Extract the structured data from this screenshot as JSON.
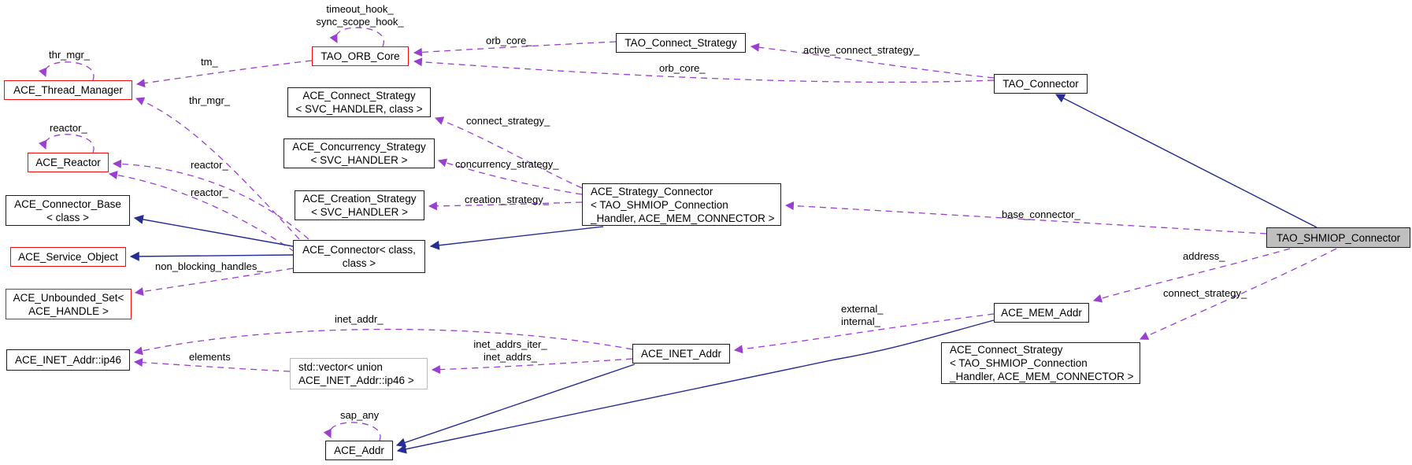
{
  "diagram": {
    "kind": "class-collaboration-diagram",
    "colors": {
      "usage_edge": "#9a3fd0",
      "inheritance_edge": "#262d93",
      "highlight_border": "#f40b0b",
      "current_node_fill": "#bfbfbf",
      "external_node_border": "#bcbcbc"
    },
    "nodes": [
      {
        "id": "tao-orb-core",
        "label": "TAO_ORB_Core",
        "style": "red"
      },
      {
        "id": "tao-connect-strategy",
        "label": "TAO_Connect_Strategy",
        "style": "plain"
      },
      {
        "id": "tao-connector",
        "label": "TAO_Connector",
        "style": "plain"
      },
      {
        "id": "ace-thread-manager",
        "label": "ACE_Thread_Manager",
        "style": "red"
      },
      {
        "id": "ace-connect-strategy-svc-handler",
        "label": "ACE_Connect_Strategy\n< SVC_HANDLER, class >",
        "style": "plain"
      },
      {
        "id": "ace-reactor",
        "label": "ACE_Reactor",
        "style": "red"
      },
      {
        "id": "ace-concurrency-strategy",
        "label": "ACE_Concurrency_Strategy\n< SVC_HANDLER >",
        "style": "plain"
      },
      {
        "id": "ace-connector-base",
        "label": "ACE_Connector_Base\n< class >",
        "style": "plain"
      },
      {
        "id": "ace-creation-strategy",
        "label": "ACE_Creation_Strategy\n< SVC_HANDLER >",
        "style": "plain"
      },
      {
        "id": "ace-strategy-connector",
        "label": "ACE_Strategy_Connector\n< TAO_SHMIOP_Connection\n_Handler, ACE_MEM_CONNECTOR >",
        "style": "plain-left"
      },
      {
        "id": "tao-shmiop-connector",
        "label": "TAO_SHMIOP_Connector",
        "style": "current"
      },
      {
        "id": "ace-service-object",
        "label": "ACE_Service_Object",
        "style": "red"
      },
      {
        "id": "ace-connector-template",
        "label": "ACE_Connector< class,\nclass >",
        "style": "plain"
      },
      {
        "id": "ace-unbounded-set",
        "label": "ACE_Unbounded_Set<\nACE_HANDLE >",
        "style": "red"
      },
      {
        "id": "ace-mem-addr",
        "label": "ACE_MEM_Addr",
        "style": "plain"
      },
      {
        "id": "ace-inet-addr-ip46",
        "label": "ACE_INET_Addr::ip46",
        "style": "plain"
      },
      {
        "id": "std-vector-ip46",
        "label": "std::vector< union\nACE_INET_Addr::ip46 >",
        "style": "ext-left"
      },
      {
        "id": "ace-inet-addr",
        "label": "ACE_INET_Addr",
        "style": "plain"
      },
      {
        "id": "ace-connect-strategy-shmiop",
        "label": "ACE_Connect_Strategy\n< TAO_SHMIOP_Connection\n_Handler, ACE_MEM_CONNECTOR >",
        "style": "plain-left"
      },
      {
        "id": "ace-addr",
        "label": "ACE_Addr",
        "style": "plain"
      }
    ],
    "edge_labels": [
      {
        "id": "timeout-sync-hooks",
        "text": "timeout_hook_\nsync_scope_hook_"
      },
      {
        "id": "orb-core-1",
        "text": "orb_core_"
      },
      {
        "id": "orb-core-2",
        "text": "orb_core_"
      },
      {
        "id": "active-connect-strategy",
        "text": "active_connect_strategy_"
      },
      {
        "id": "thr-mgr-loop",
        "text": "thr_mgr_"
      },
      {
        "id": "tm",
        "text": "tm_"
      },
      {
        "id": "thr-mgr-2",
        "text": "thr_mgr_"
      },
      {
        "id": "reactor-loop",
        "text": "reactor_"
      },
      {
        "id": "reactor-2",
        "text": "reactor_"
      },
      {
        "id": "reactor-3",
        "text": "reactor_"
      },
      {
        "id": "connect-strategy-1",
        "text": "connect_strategy_"
      },
      {
        "id": "concurrency-strategy",
        "text": "concurrency_strategy_"
      },
      {
        "id": "creation-strategy",
        "text": "creation_strategy_"
      },
      {
        "id": "base-connector",
        "text": "base_connector_"
      },
      {
        "id": "non-blocking-handles",
        "text": "non_blocking_handles_"
      },
      {
        "id": "address",
        "text": "address_"
      },
      {
        "id": "connect-strategy-2",
        "text": "connect_strategy_"
      },
      {
        "id": "external-internal",
        "text": "external_\ninternal_"
      },
      {
        "id": "inet-addr",
        "text": "inet_addr_"
      },
      {
        "id": "inet-addrs-iter",
        "text": "inet_addrs_iter_\ninet_addrs_"
      },
      {
        "id": "elements",
        "text": "elements"
      },
      {
        "id": "sap-any",
        "text": "sap_any"
      }
    ],
    "edges": [
      {
        "from": "tao-orb-core",
        "to": "tao-orb-core",
        "label": "timeout_hook_ sync_scope_hook_",
        "type": "usage"
      },
      {
        "from": "tao-connect-strategy",
        "to": "tao-orb-core",
        "label": "orb_core_",
        "type": "usage"
      },
      {
        "from": "tao-connector",
        "to": "tao-orb-core",
        "label": "orb_core_",
        "type": "usage"
      },
      {
        "from": "tao-connector",
        "to": "tao-connect-strategy",
        "label": "active_connect_strategy_",
        "type": "usage"
      },
      {
        "from": "ace-thread-manager",
        "to": "ace-thread-manager",
        "label": "thr_mgr_",
        "type": "usage"
      },
      {
        "from": "tao-orb-core",
        "to": "ace-thread-manager",
        "label": "tm_",
        "type": "usage"
      },
      {
        "from": "ace-connector-template",
        "to": "ace-thread-manager",
        "label": "thr_mgr_",
        "type": "usage"
      },
      {
        "from": "ace-reactor",
        "to": "ace-reactor",
        "label": "reactor_",
        "type": "usage"
      },
      {
        "from": "ace-connector-template",
        "to": "ace-reactor",
        "label": "reactor_",
        "type": "usage"
      },
      {
        "from": "ace-connector-template",
        "to": "ace-reactor",
        "label": "reactor_",
        "type": "usage"
      },
      {
        "from": "ace-strategy-connector",
        "to": "ace-connect-strategy-svc-handler",
        "label": "connect_strategy_",
        "type": "usage"
      },
      {
        "from": "ace-strategy-connector",
        "to": "ace-concurrency-strategy",
        "label": "concurrency_strategy_",
        "type": "usage"
      },
      {
        "from": "ace-strategy-connector",
        "to": "ace-creation-strategy",
        "label": "creation_strategy_",
        "type": "usage"
      },
      {
        "from": "tao-shmiop-connector",
        "to": "ace-strategy-connector",
        "label": "base_connector_",
        "type": "usage"
      },
      {
        "from": "ace-connector-template",
        "to": "ace-unbounded-set",
        "label": "non_blocking_handles_",
        "type": "usage"
      },
      {
        "from": "tao-shmiop-connector",
        "to": "ace-mem-addr",
        "label": "address_",
        "type": "usage"
      },
      {
        "from": "tao-shmiop-connector",
        "to": "ace-connect-strategy-shmiop",
        "label": "connect_strategy_",
        "type": "usage"
      },
      {
        "from": "ace-mem-addr",
        "to": "ace-inet-addr",
        "label": "external_ internal_",
        "type": "usage"
      },
      {
        "from": "ace-inet-addr",
        "to": "ace-inet-addr-ip46",
        "label": "inet_addr_",
        "type": "usage"
      },
      {
        "from": "ace-inet-addr",
        "to": "std-vector-ip46",
        "label": "inet_addrs_iter_ inet_addrs_",
        "type": "usage"
      },
      {
        "from": "std-vector-ip46",
        "to": "ace-inet-addr-ip46",
        "label": "elements",
        "type": "usage"
      },
      {
        "from": "ace-addr",
        "to": "ace-addr",
        "label": "sap_any",
        "type": "usage"
      },
      {
        "from": "tao-shmiop-connector",
        "to": "tao-connector",
        "type": "inheritance"
      },
      {
        "from": "ace-connector-template",
        "to": "ace-connector-base",
        "type": "inheritance"
      },
      {
        "from": "ace-connector-template",
        "to": "ace-service-object",
        "type": "inheritance"
      },
      {
        "from": "ace-strategy-connector",
        "to": "ace-connector-template",
        "type": "inheritance"
      },
      {
        "from": "ace-inet-addr",
        "to": "ace-addr",
        "type": "inheritance"
      },
      {
        "from": "ace-mem-addr",
        "to": "ace-addr",
        "type": "inheritance"
      }
    ]
  }
}
